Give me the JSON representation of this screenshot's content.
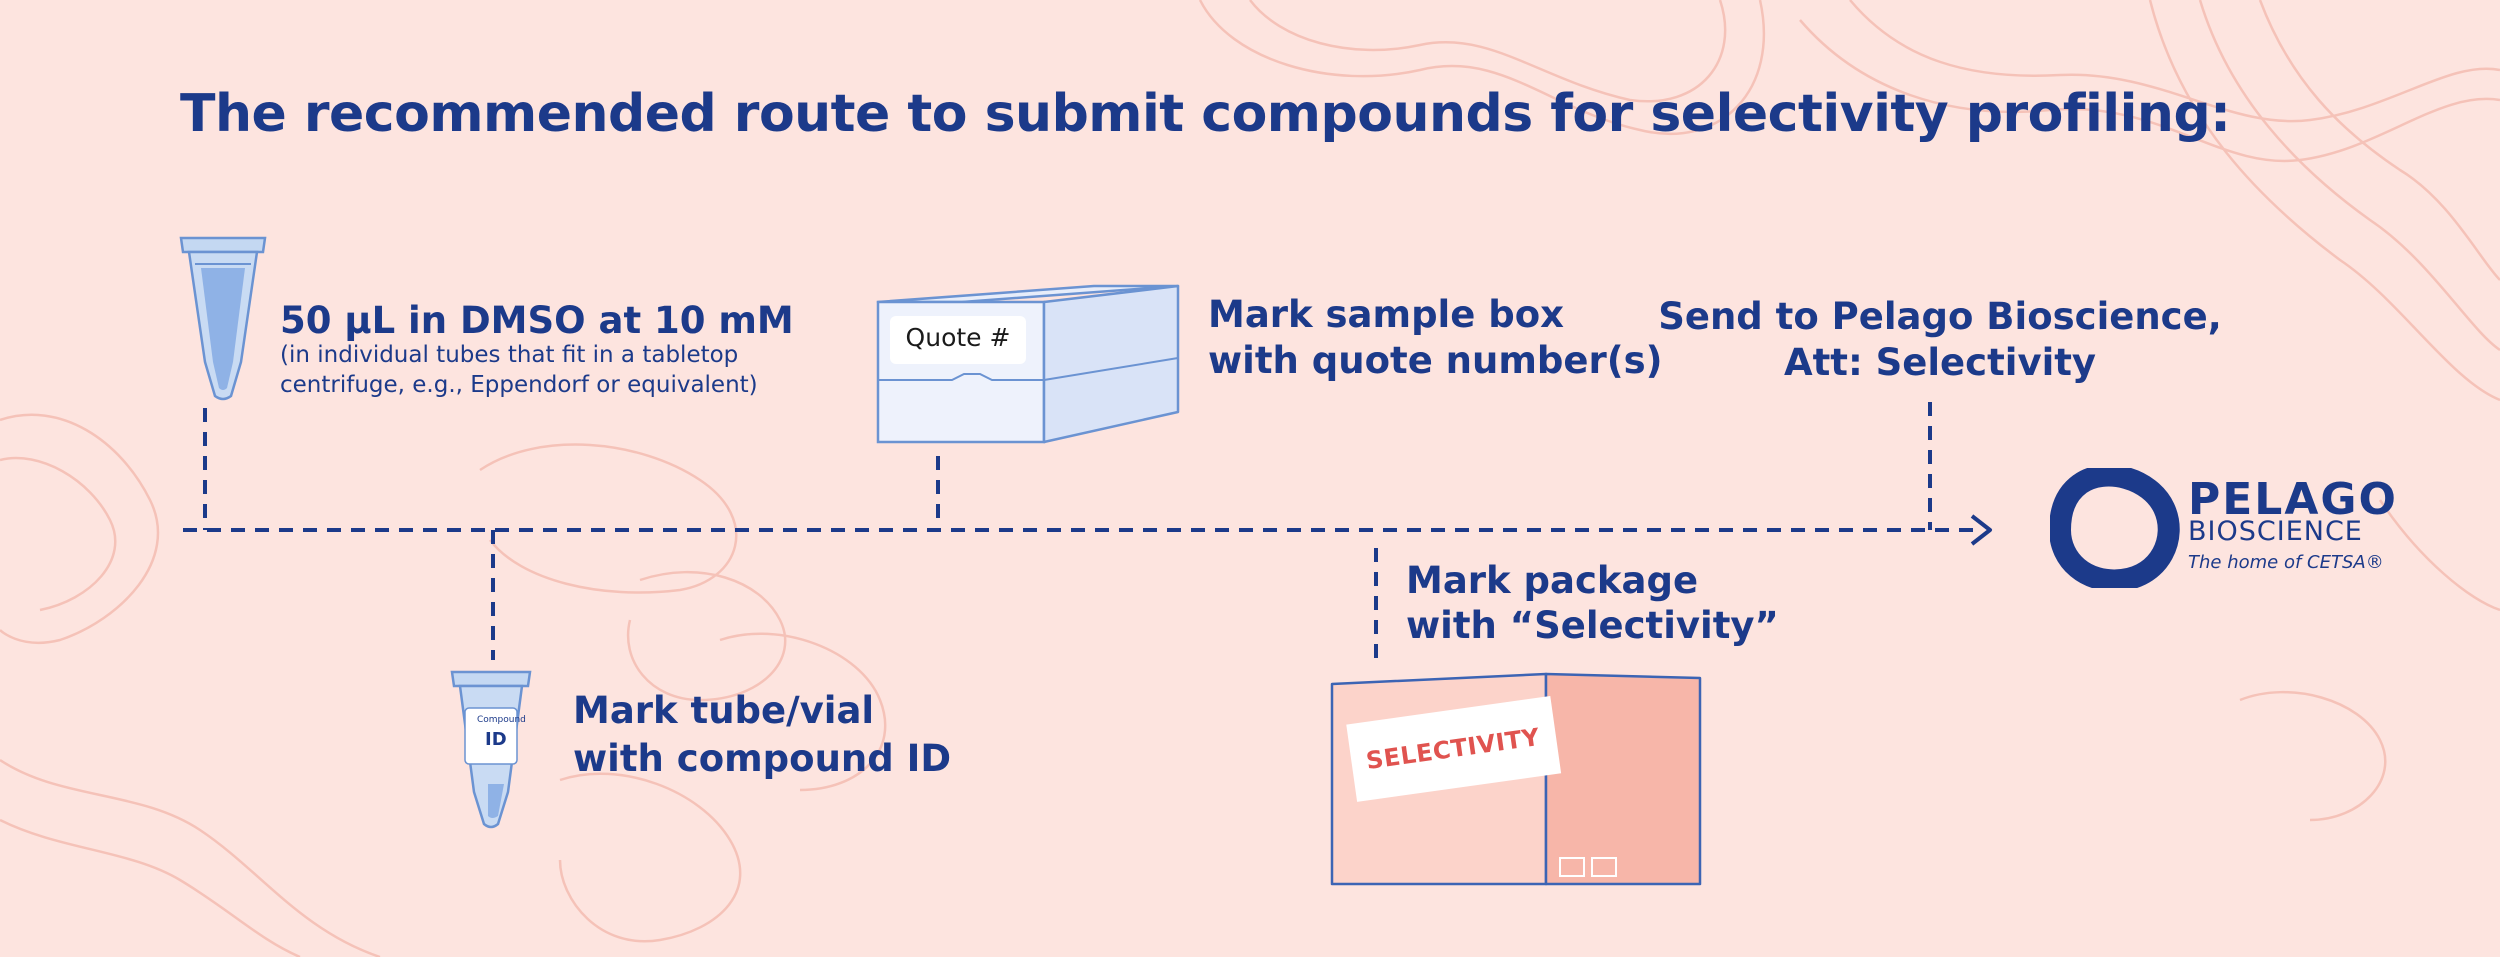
{
  "title": "The recommended route to submit compounds for selectivity profiling:",
  "steps": {
    "dmso": {
      "label": "50 µL in DMSO at 10 mM",
      "note_line1": "(in individual tubes that fit in a tabletop",
      "note_line2": "centrifuge, e.g., Eppendorf or equivalent)"
    },
    "tube": {
      "line1": "Mark tube/vial",
      "line2": "with compound ID",
      "tube_label_small": "Compound",
      "tube_label_id": "ID"
    },
    "box": {
      "line1": "Mark sample box",
      "line2": "with quote number(s)",
      "label": "Quote #"
    },
    "package": {
      "line1": "Mark package",
      "line2": "with “Selectivity”",
      "label": "SELECTIVITY"
    },
    "send": {
      "line1": "Send to Pelago Bioscience,",
      "line2": "Att: Selectivity"
    }
  },
  "brand": {
    "name": "PELAGO",
    "sub": "BIOSCIENCE",
    "tagline": "The home of CETSA®"
  },
  "colors": {
    "background": "#fde4df",
    "primary": "#1c3a8a",
    "accent": "#e0534f",
    "tube": "#a9c6ec"
  }
}
